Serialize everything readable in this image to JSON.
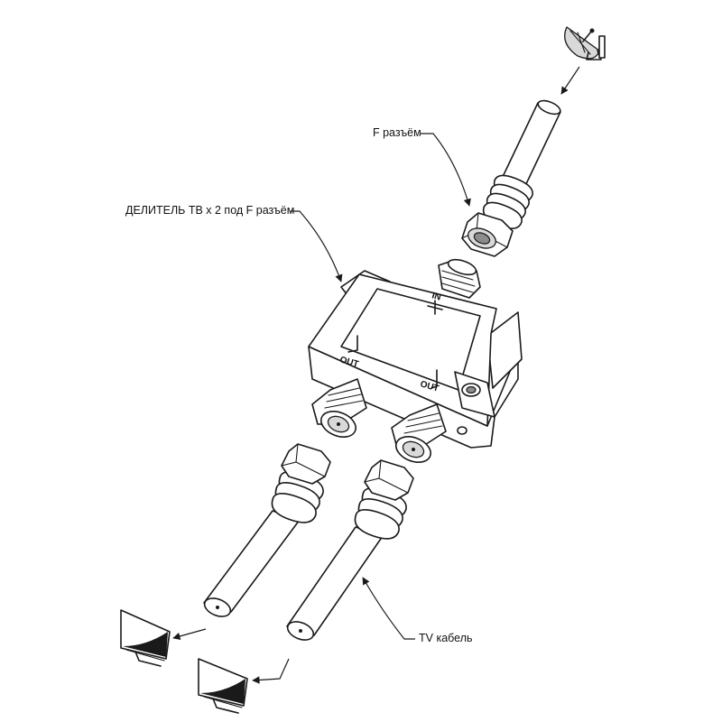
{
  "labels": {
    "f_connector": "F разъём",
    "splitter": "ДЕЛИТЕЛЬ ТВ х 2 под F разъём",
    "tv_cable": "TV кабель"
  },
  "ports": {
    "input": "IN",
    "output_left": "OUT",
    "output_right": "OUT"
  },
  "icons": {
    "source": "satellite-dish-icon",
    "receivers": [
      "tv-icon",
      "tv-icon"
    ]
  },
  "colors": {
    "line": "#1a1a1a",
    "background": "#ffffff"
  }
}
